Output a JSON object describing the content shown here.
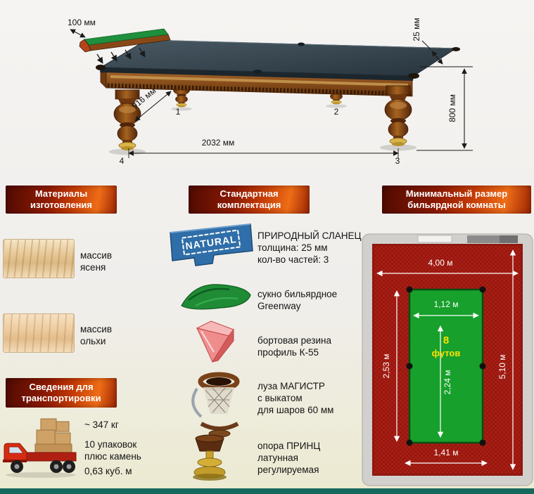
{
  "diagram": {
    "dims": {
      "rail_width": "100 мм",
      "top_thickness": "25 мм",
      "height": "800 мм",
      "leg_spacing": "916 мм",
      "length": "2032 мм"
    },
    "leg_labels": [
      "1",
      "2",
      "3",
      "4"
    ]
  },
  "materials": {
    "title1": "Материалы",
    "title2": "изготовления",
    "woods": [
      {
        "l1": "массив",
        "l2": "ясеня"
      },
      {
        "l1": "массив",
        "l2": "ольхи"
      }
    ]
  },
  "transport": {
    "title1": "Сведения для",
    "title2": "транспортировки",
    "weight": "~ 347 кг",
    "pack1": "10 упаковок",
    "pack2": "плюс камень",
    "volume": "0,63 куб. м"
  },
  "equipment": {
    "title1": "Стандартная",
    "title2": "комплектация",
    "stamp": "NATURAL",
    "items": [
      {
        "lines": [
          "ПРИРОДНЫЙ СЛАНЕЦ",
          "толщина: 25 мм",
          "кол-во частей: 3"
        ]
      },
      {
        "lines": [
          "сукно бильярдное",
          "Greenway"
        ]
      },
      {
        "lines": [
          "бортовая резина",
          "профиль К-55"
        ]
      },
      {
        "lines": [
          "луза МАГИСТР",
          "с выкатом",
          "для шаров 60 мм"
        ]
      },
      {
        "lines": [
          "опора ПРИНЦ",
          "латунная",
          "регулируемая"
        ]
      }
    ]
  },
  "room": {
    "title1": "Минимальный размер",
    "title2": "бильярдной комнаты",
    "dims": {
      "width": "4,00 м",
      "length": "5,10 м",
      "table_inner_width": "1,12 м",
      "zone_height": "2,53 м",
      "table_inner_length": "2,24 м",
      "table_outer_width": "1,41 м",
      "size_line1": "8",
      "size_line2": "футов"
    }
  }
}
